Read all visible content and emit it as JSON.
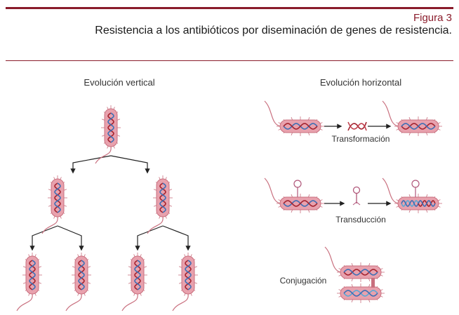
{
  "figure": {
    "label": "Figura 3",
    "title": "Resistencia a los antibióticos por diseminación de genes de resistencia."
  },
  "panels": {
    "vertical": {
      "title": "Evolución vertical"
    },
    "horizontal": {
      "title": "Evolución horizontal",
      "steps": [
        {
          "label": "Transformación"
        },
        {
          "label": "Transducción"
        },
        {
          "label": "Conjugación"
        }
      ]
    }
  },
  "colors": {
    "bar": "#8a1c2b",
    "cell_fill": "#e8a1ad",
    "cell_stroke": "#c9707f",
    "dna_red": "#a3232f",
    "dna_blue": "#3d6fb5",
    "dna_light_blue": "#5aa9d6",
    "phage": "#b0577a"
  }
}
